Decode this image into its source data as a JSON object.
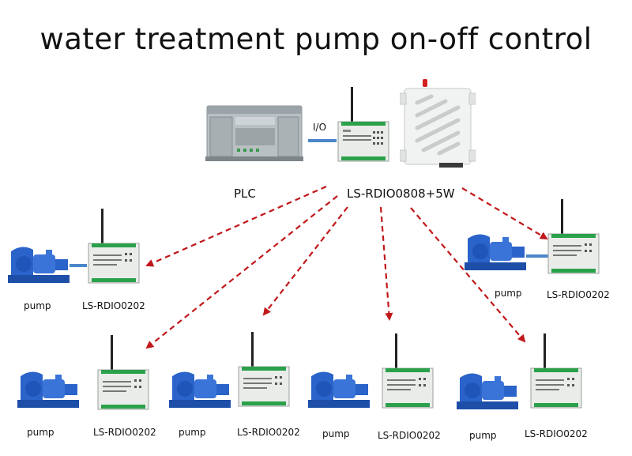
{
  "title": "water treatment pump on-off control",
  "master": {
    "plc_label": "PLC",
    "io_label": "I/O",
    "controller_label": "LS-RDIO0808+5W"
  },
  "stations": [
    {
      "pump_label": "pump",
      "module_label": "LS-RDIO0202"
    },
    {
      "pump_label": "pump",
      "module_label": "LS-RDIO0202"
    },
    {
      "pump_label": "pump",
      "module_label": "LS-RDIO0202"
    },
    {
      "pump_label": "pump",
      "module_label": "LS-RDIO0202"
    },
    {
      "pump_label": "pump",
      "module_label": "LS-RDIO0202"
    },
    {
      "pump_label": "pump",
      "module_label": "LS-RDIO0202"
    }
  ],
  "colors": {
    "arrow": "#c0181a",
    "link": "#4a86c8",
    "pump_body": "#2a63c9",
    "module_body": "#e9ece9",
    "module_terminal": "#2aa14a"
  }
}
